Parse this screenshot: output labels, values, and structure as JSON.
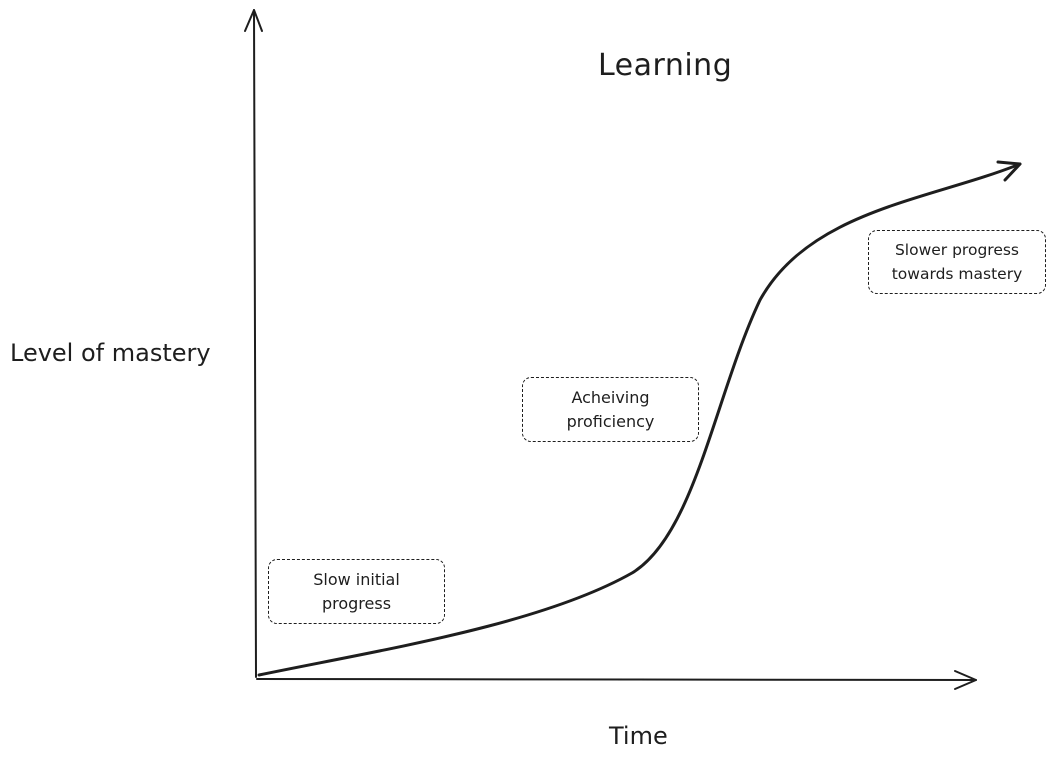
{
  "diagram": {
    "title": "Learning",
    "x_axis_label": "Time",
    "y_axis_label": "Level of mastery",
    "curve_shape": "s-curve",
    "stages": [
      {
        "id": "slow",
        "text": "Slow initial\nprogress"
      },
      {
        "id": "proficiency",
        "text": "Acheiving\nproficiency"
      },
      {
        "id": "slower",
        "text": "Slower progress\ntowards mastery"
      }
    ],
    "colors": {
      "stroke": "#1e1e1e",
      "background": "#ffffff"
    }
  }
}
